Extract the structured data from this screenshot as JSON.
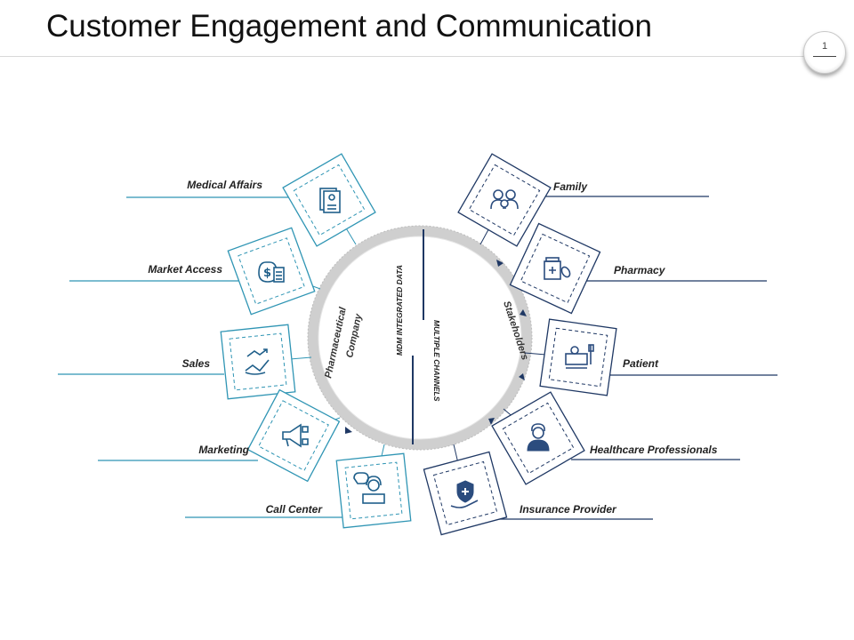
{
  "header": {
    "title": "Customer Engagement and Communication",
    "page_number": "1"
  },
  "colors": {
    "left_accent": "#2f95b4",
    "right_accent": "#1f3864",
    "ring": "#d0d0d0"
  },
  "hub": {
    "left_label_line1": "Pharmaceutical",
    "left_label_line2": "Company",
    "right_label": "Stakeholders",
    "center_upper": "MDM INTEGRATED DATA",
    "center_lower": "MULTIPLE CHANNELS"
  },
  "left_nodes": [
    {
      "label": "Medical Affairs",
      "icon": "document-icon"
    },
    {
      "label": "Market Access",
      "icon": "money-bag-calculator-icon"
    },
    {
      "label": "Sales",
      "icon": "growth-chart-hand-icon"
    },
    {
      "label": "Marketing",
      "icon": "megaphone-icon"
    },
    {
      "label": "Call Center",
      "icon": "call-agent-icon"
    }
  ],
  "right_nodes": [
    {
      "label": "Family",
      "icon": "family-icon"
    },
    {
      "label": "Pharmacy",
      "icon": "medicine-bottle-icon"
    },
    {
      "label": "Patient",
      "icon": "patient-bed-icon"
    },
    {
      "label": "Healthcare Professionals",
      "icon": "nurse-icon"
    },
    {
      "label": "Insurance Provider",
      "icon": "insurance-shield-hand-icon"
    }
  ]
}
